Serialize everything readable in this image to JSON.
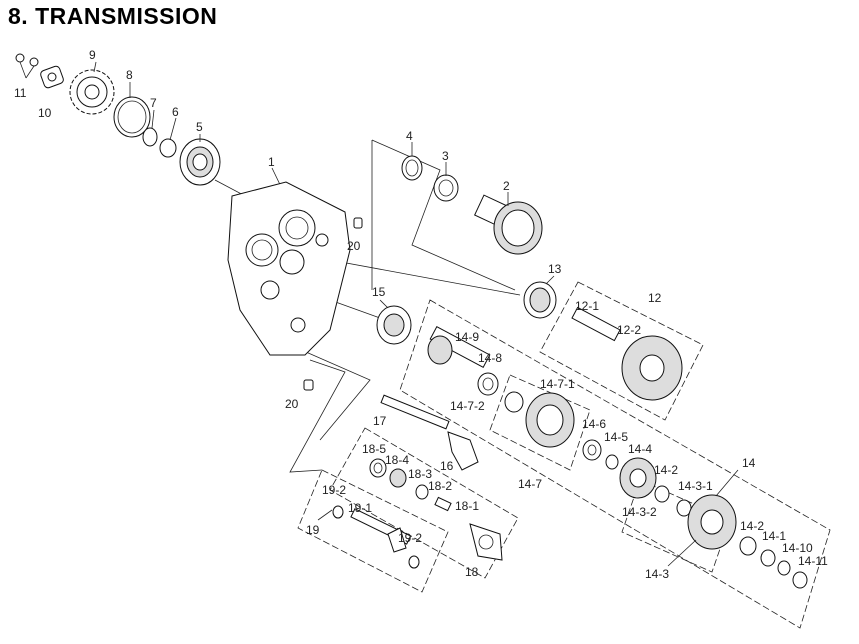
{
  "title": "8. TRANSMISSION",
  "callouts": [
    {
      "id": "11",
      "text": "11"
    },
    {
      "id": "10",
      "text": "10"
    },
    {
      "id": "9",
      "text": "9"
    },
    {
      "id": "8",
      "text": "8"
    },
    {
      "id": "7",
      "text": "7"
    },
    {
      "id": "6",
      "text": "6"
    },
    {
      "id": "5",
      "text": "5"
    },
    {
      "id": "1",
      "text": "1"
    },
    {
      "id": "20a",
      "text": "20"
    },
    {
      "id": "20b",
      "text": "20"
    },
    {
      "id": "4",
      "text": "4"
    },
    {
      "id": "3",
      "text": "3"
    },
    {
      "id": "2",
      "text": "2"
    },
    {
      "id": "13",
      "text": "13"
    },
    {
      "id": "12",
      "text": "12"
    },
    {
      "id": "12-1",
      "text": "12-1"
    },
    {
      "id": "12-2",
      "text": "12-2"
    },
    {
      "id": "15",
      "text": "15"
    },
    {
      "id": "14-9",
      "text": "14-9"
    },
    {
      "id": "14-8",
      "text": "14-8"
    },
    {
      "id": "14-7-1",
      "text": "14-7-1"
    },
    {
      "id": "14-7-2",
      "text": "14-7-2"
    },
    {
      "id": "14-7",
      "text": "14-7"
    },
    {
      "id": "14-6",
      "text": "14-6"
    },
    {
      "id": "14-5",
      "text": "14-5"
    },
    {
      "id": "14-4",
      "text": "14-4"
    },
    {
      "id": "14",
      "text": "14"
    },
    {
      "id": "14-2a",
      "text": "14-2"
    },
    {
      "id": "14-3-1",
      "text": "14-3-1"
    },
    {
      "id": "14-3-2",
      "text": "14-3-2"
    },
    {
      "id": "14-2b",
      "text": "14-2"
    },
    {
      "id": "14-1",
      "text": "14-1"
    },
    {
      "id": "14-10",
      "text": "14-10"
    },
    {
      "id": "14-11",
      "text": "14-11"
    },
    {
      "id": "14-3",
      "text": "14-3"
    },
    {
      "id": "17",
      "text": "17"
    },
    {
      "id": "16",
      "text": "16"
    },
    {
      "id": "18-5",
      "text": "18-5"
    },
    {
      "id": "18-4",
      "text": "18-4"
    },
    {
      "id": "18-3",
      "text": "18-3"
    },
    {
      "id": "18-2",
      "text": "18-2"
    },
    {
      "id": "18-1",
      "text": "18-1"
    },
    {
      "id": "18",
      "text": "18"
    },
    {
      "id": "19-2a",
      "text": "19-2"
    },
    {
      "id": "19-1",
      "text": "19-1"
    },
    {
      "id": "19-2b",
      "text": "19-2"
    },
    {
      "id": "19",
      "text": "19"
    }
  ]
}
